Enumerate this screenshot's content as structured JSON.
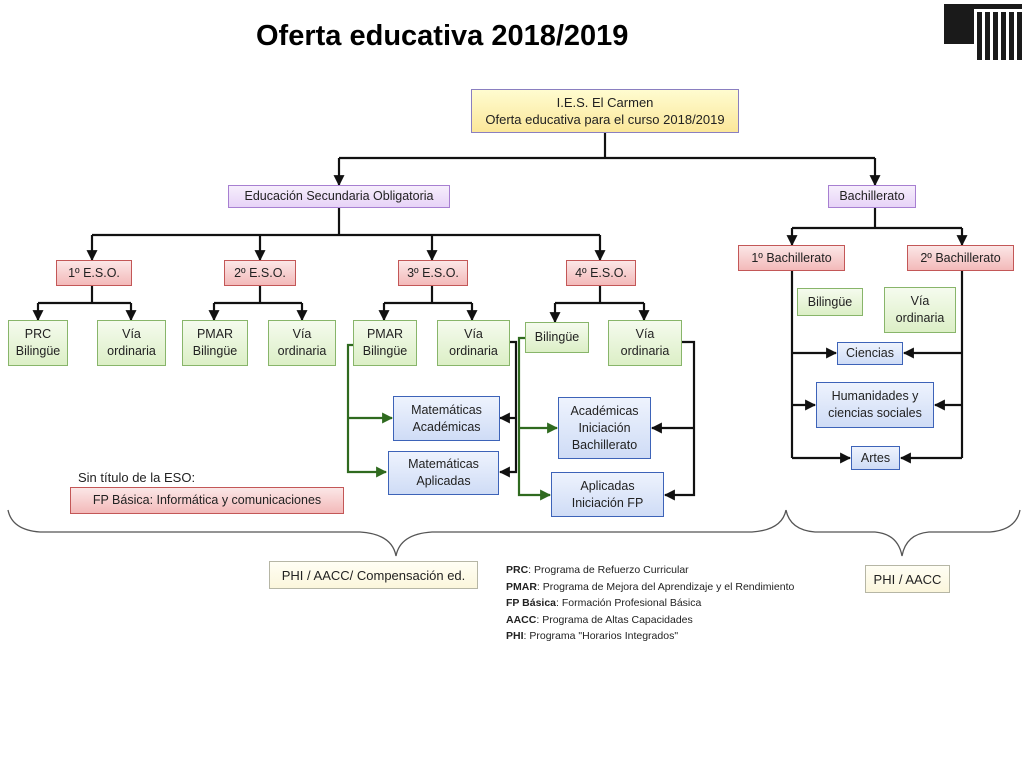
{
  "title": "Oferta educativa 2018/2019",
  "colors": {
    "connector": "#111111",
    "green_connector": "#2f6a1f",
    "yellow_box": "#fbe79a",
    "purple_box": "#e7d3f7",
    "red_box": "#f3b9b9",
    "green_box": "#dcefc6",
    "blue_box": "#cfdcf6"
  },
  "logo_icon": "institution-logo-icon",
  "root": {
    "line1": "I.E.S. El Carmen",
    "line2": "Oferta educativa para el curso 2018/2019"
  },
  "eso": {
    "label": "Educación Secundaria Obligatoria",
    "courses": [
      {
        "label": "1º E.S.O.",
        "options": [
          {
            "l1": "PRC",
            "l2": "Bilingüe"
          },
          {
            "l1": "Vía",
            "l2": "ordinaria"
          }
        ]
      },
      {
        "label": "2º E.S.O.",
        "options": [
          {
            "l1": "PMAR",
            "l2": "Bilingüe"
          },
          {
            "l1": "Vía",
            "l2": "ordinaria"
          }
        ]
      },
      {
        "label": "3º E.S.O.",
        "options": [
          {
            "l1": "PMAR",
            "l2": "Bilingüe"
          },
          {
            "l1": "Vía",
            "l2": "ordinaria"
          }
        ]
      },
      {
        "label": "4º E.S.O.",
        "options": [
          {
            "l1": "Bilingüe"
          },
          {
            "l1": "Vía",
            "l2": "ordinaria"
          }
        ]
      }
    ],
    "math3": [
      {
        "l1": "Matemáticas",
        "l2": "Académicas"
      },
      {
        "l1": "Matemáticas",
        "l2": "Aplicadas"
      }
    ],
    "paths4": [
      {
        "l1": "Académicas",
        "l2": "Iniciación",
        "l3": "Bachillerato"
      },
      {
        "l1": "Aplicadas",
        "l2": "Iniciación FP"
      }
    ],
    "no_title_label": "Sin título de la ESO:",
    "fp_basica": "FP Básica: Informática y comunicaciones",
    "support": "PHI / AACC/ Compensación ed."
  },
  "bach": {
    "label": "Bachillerato",
    "years": [
      "1º Bachillerato",
      "2º Bachillerato"
    ],
    "bilingue": "Bilingüe",
    "via": {
      "l1": "Vía",
      "l2": "ordinaria"
    },
    "modalities": [
      {
        "l1": "Ciencias"
      },
      {
        "l1": "Humanidades y",
        "l2": "ciencias sociales"
      },
      {
        "l1": "Artes"
      }
    ],
    "support": "PHI / AACC"
  },
  "legend": [
    {
      "abbr": "PRC",
      "text": "Programa de Refuerzo Curricular"
    },
    {
      "abbr": "PMAR",
      "text": "Programa de Mejora del Aprendizaje y el Rendimiento"
    },
    {
      "abbr": "FP Básica",
      "text": "Formación Profesional Básica"
    },
    {
      "abbr": "AACC",
      "text": "Programa de Altas Capacidades"
    },
    {
      "abbr": "PHI",
      "text": "Programa \"Horarios Integrados\""
    }
  ]
}
